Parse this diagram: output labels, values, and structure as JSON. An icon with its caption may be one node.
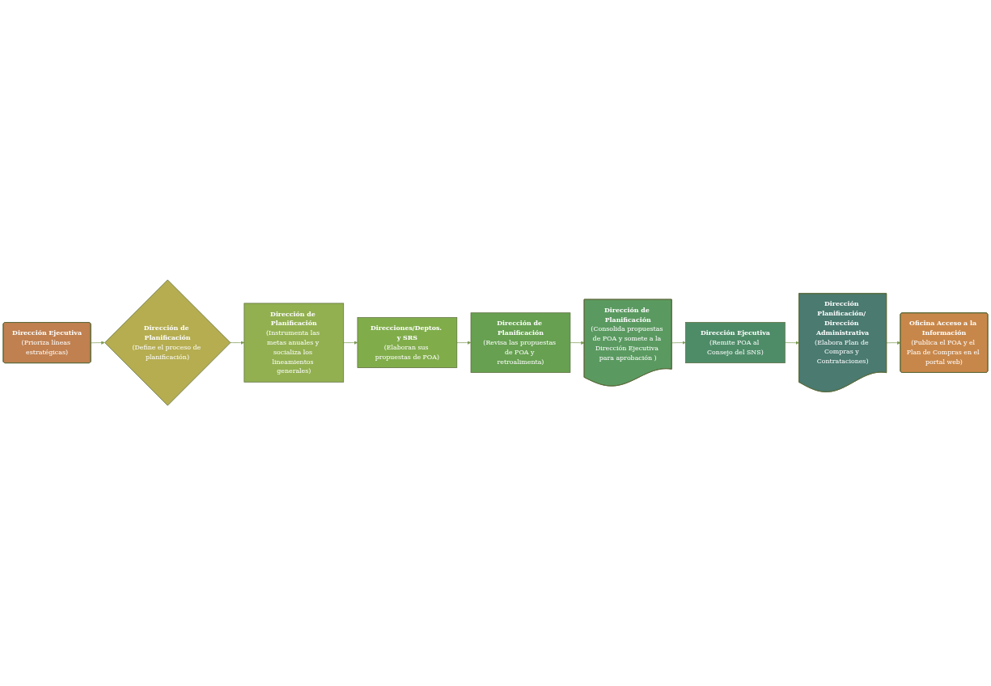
{
  "diagram": {
    "nodes": [
      {
        "text": [
          "Dirección Ejecutiva",
          "(Prioriza líneas estratégicas)"
        ]
      },
      {
        "text": [
          "Dirección de Planificación",
          "(Define el proceso de planificación)"
        ]
      },
      {
        "text": [
          "Dirección de Planificación",
          "(Instrumenta las metas anuales y socializa los lineamientos generales)"
        ]
      },
      {
        "text": [
          "Direcciones/Deptos. y SRS",
          "(Elaboran sus propuestas de POA)"
        ]
      },
      {
        "text": [
          "Dirección de Planificación",
          "(Revisa las propuestas de POA y retroalimenta)"
        ]
      },
      {
        "text": [
          "Dirección de Planificación",
          "(Consolida propuestas de POA y somete a la Dirección Ejecutiva para aprobación )"
        ]
      },
      {
        "text": [
          "Dirección Ejecutiva",
          "(Remite POA al Consejo del SNS)"
        ]
      },
      {
        "text": [
          "Dirección Planificación/ Dirección Administrativa",
          "(Elabora Plan de Compras y Contrataciones)"
        ]
      },
      {
        "text": [
          "Oficina Acceso a la Información",
          "(Publica el POA y el Plan de Compras en el portal web)"
        ]
      }
    ],
    "edges": [
      {
        "from": 0,
        "to": 1,
        "arrow": "to"
      },
      {
        "from": 1,
        "to": 2,
        "arrow": "to"
      },
      {
        "from": 2,
        "to": 3,
        "arrow": "to"
      },
      {
        "from": 3,
        "to": 4,
        "arrow": "to"
      },
      {
        "from": 4,
        "to": 5,
        "arrow": "to"
      },
      {
        "from": 5,
        "to": 6,
        "arrow": "to"
      },
      {
        "from": 6,
        "to": 7,
        "arrow": "to"
      },
      {
        "from": 7,
        "to": 8,
        "arrow": "to"
      }
    ]
  }
}
